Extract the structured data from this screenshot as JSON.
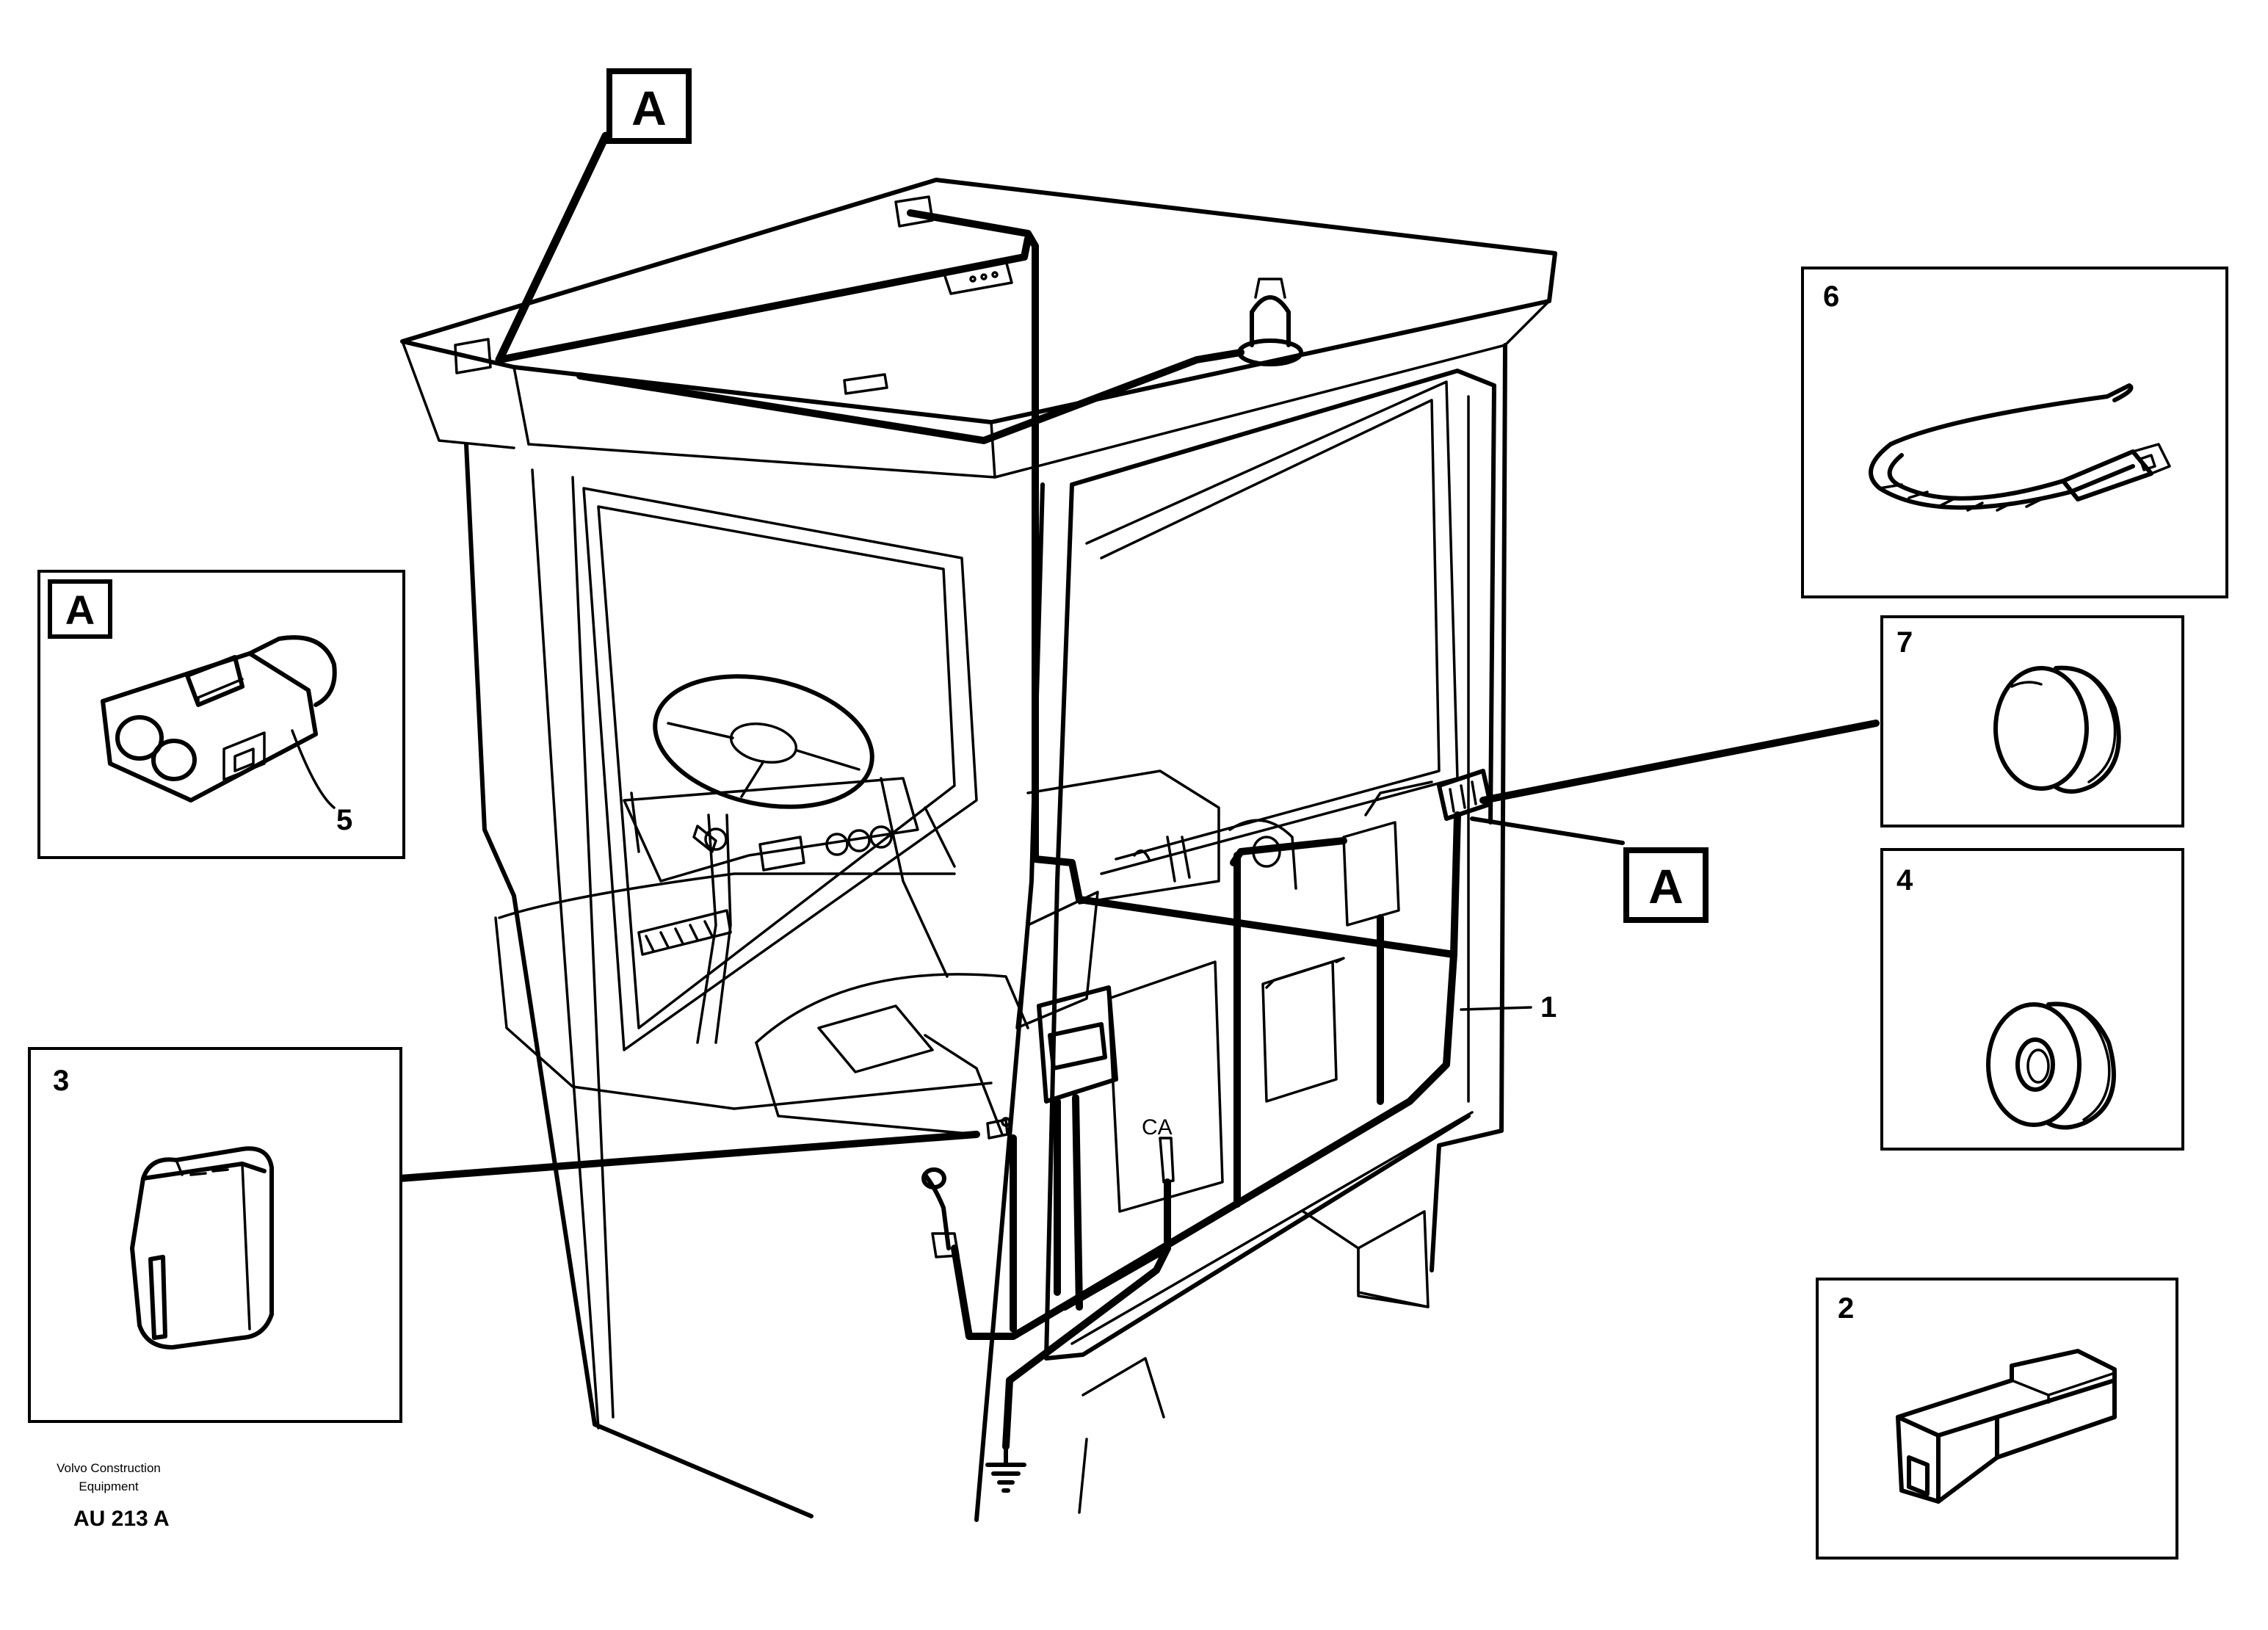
{
  "diagram": {
    "tag_letter": "A",
    "callouts": [
      "1",
      "2",
      "3",
      "4",
      "5",
      "6",
      "7"
    ],
    "chassis_tag": "A",
    "credit_line1": "Volvo Construction",
    "credit_line2": "Equipment",
    "drawing_code": "AU 213 A",
    "colors": {
      "ink": "#000000",
      "paper": "#ffffff"
    },
    "icons": [
      "cab-icon",
      "steering-wheel-icon",
      "beacon-lamp-icon",
      "ground-symbol-icon",
      "connector-icon",
      "cable-tie-icon",
      "grommet-icon",
      "relay-icon",
      "terminal-housing-icon"
    ]
  }
}
